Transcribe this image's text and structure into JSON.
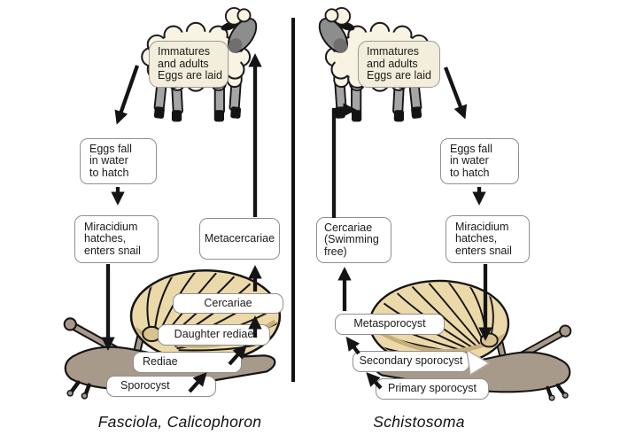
{
  "diagram": {
    "left": {
      "caption": "Fasciola, Calicophoron",
      "host_label": {
        "lines": [
          "Immatures",
          "and adults",
          "Eggs are laid"
        ]
      },
      "eggs_box": {
        "lines": [
          "Eggs fall",
          "in water",
          "to hatch"
        ]
      },
      "miracidium_box": {
        "lines": [
          "Miracidium",
          "hatches,",
          "enters snail"
        ]
      },
      "metacercariae": "Metacercariae",
      "cercariae": "Cercariae",
      "daughter_rediae": "Daughter rediae",
      "rediae": "Rediae",
      "sporocyst": "Sporocyst"
    },
    "right": {
      "caption": "Schistosoma",
      "host_label": {
        "lines": [
          "Immatures",
          "and adults",
          "Eggs are laid"
        ]
      },
      "eggs_box": {
        "lines": [
          "Eggs fall",
          "in water",
          "to hatch"
        ]
      },
      "miracidium_box": {
        "lines": [
          "Miracidium",
          "hatches,",
          "enters snail"
        ]
      },
      "cercariae_free_box": {
        "lines": [
          "Cercariae",
          "(Swimming",
          "free)"
        ]
      },
      "metasporocyst": "Metasporocyst",
      "secondary_sporocyst": "Secondary sporocyst",
      "primary_sporocyst": "Primary sporocyst"
    },
    "colors": {
      "arrow": "#141414",
      "box_border": "#8f8f8f",
      "host_box_fill": "#f3eedb",
      "sheep_wool": "#f8f3e2",
      "sheep_face": "#8d8d8d",
      "snail_shell": "#ecd9a9",
      "snail_body": "#a79a8b"
    }
  }
}
